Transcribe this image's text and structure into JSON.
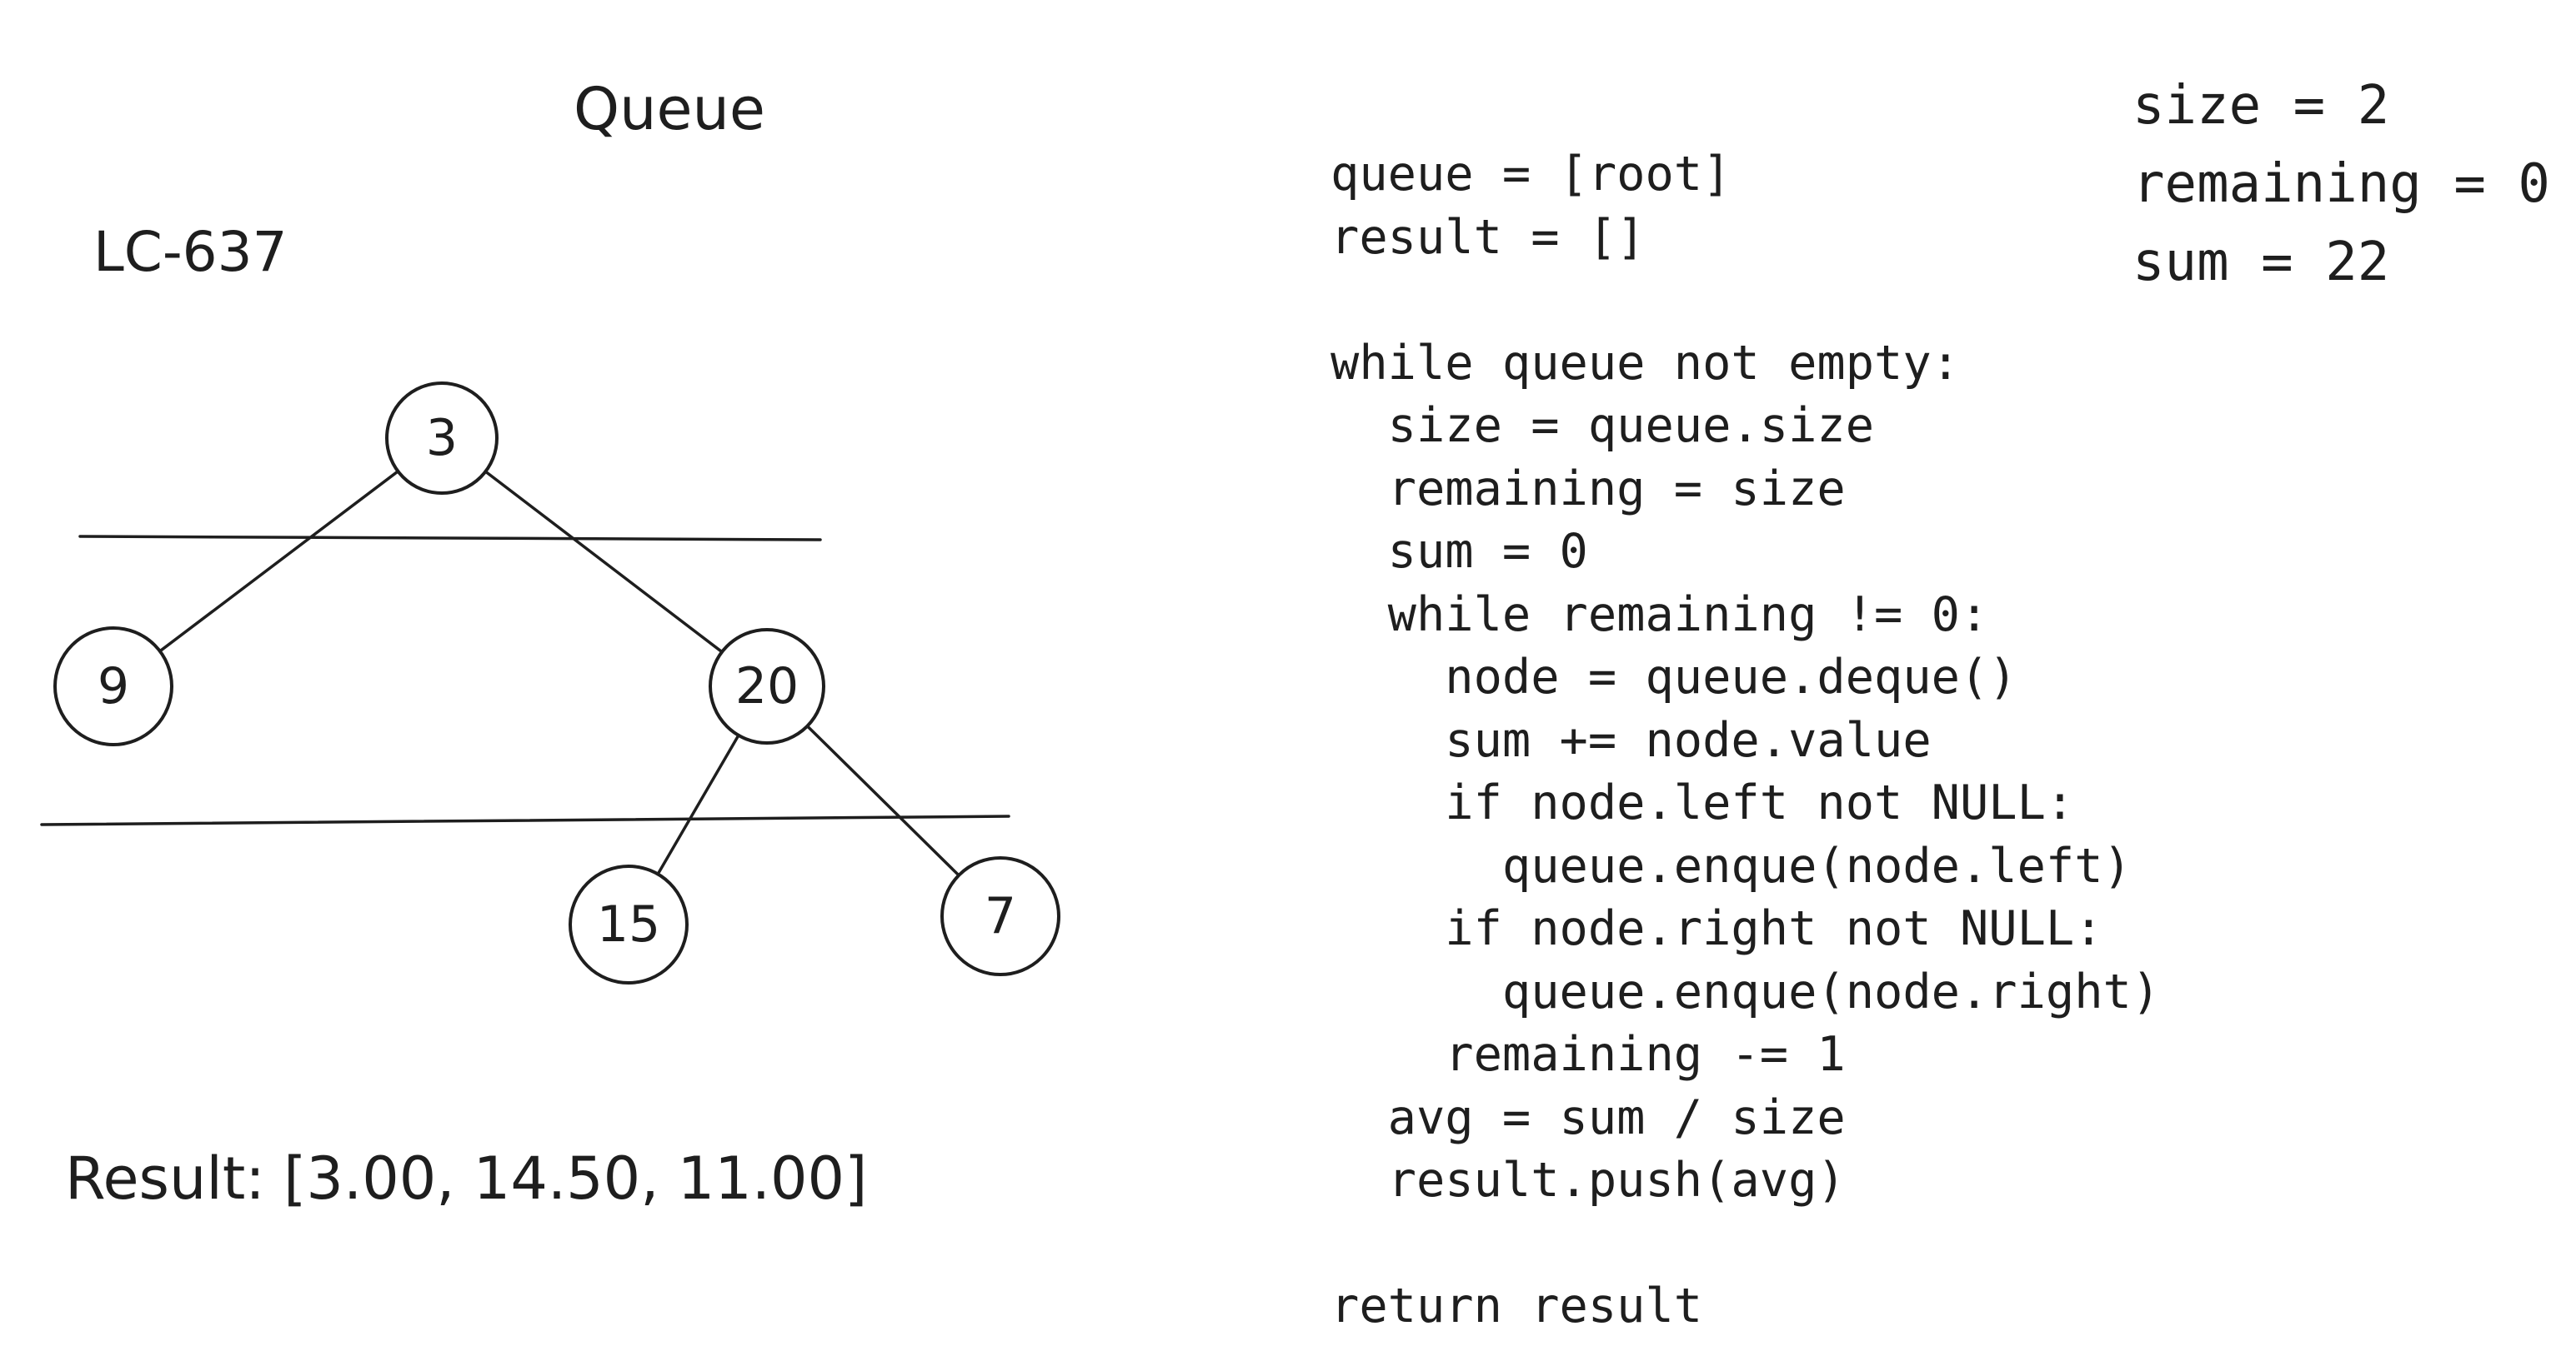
{
  "title": "Queue",
  "problem_id": "LC-637",
  "tree": {
    "nodes": [
      {
        "id": "n3",
        "value": "3"
      },
      {
        "id": "n9",
        "value": "9"
      },
      {
        "id": "n20",
        "value": "20"
      },
      {
        "id": "n15",
        "value": "15"
      },
      {
        "id": "n7",
        "value": "7"
      }
    ],
    "edges": [
      {
        "from": "n3",
        "to": "n9"
      },
      {
        "from": "n3",
        "to": "n20"
      },
      {
        "from": "n20",
        "to": "n15"
      },
      {
        "from": "n20",
        "to": "n7"
      }
    ]
  },
  "result_text": "Result: [3.00, 14.50, 11.00]",
  "code_lines": [
    "queue = [root]",
    "result = []",
    "",
    "while queue not empty:",
    "  size = queue.size",
    "  remaining = size",
    "  sum = 0",
    "  while remaining != 0:",
    "    node = queue.deque()",
    "    sum += node.value",
    "    if node.left not NULL:",
    "      queue.enque(node.left)",
    "    if node.right not NULL:",
    "      queue.enque(node.right)",
    "    remaining -= 1",
    "  avg = sum / size",
    "  result.push(avg)",
    "",
    "return result"
  ],
  "state": [
    "size = 2",
    "remaining = 0",
    "sum = 22"
  ]
}
